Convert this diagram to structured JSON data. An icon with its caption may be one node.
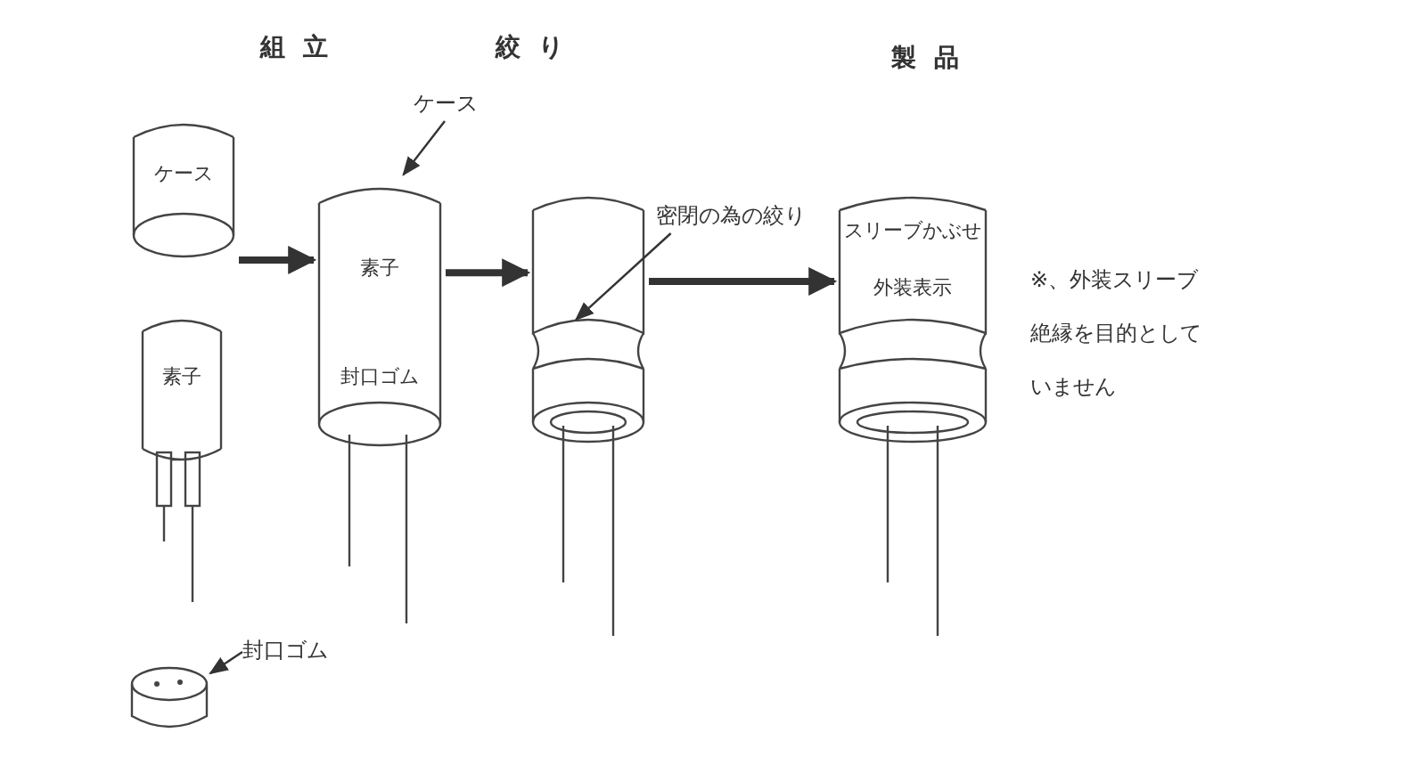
{
  "diagram": {
    "nodes": [
      {
        "text": [
          "ケース"
        ]
      },
      {
        "text": [
          "素子"
        ]
      },
      {
        "text": [],
        "shape": "cylinder"
      },
      {
        "text": [
          "封口ゴム"
        ]
      },
      {
        "text": [
          "素子",
          "封口ゴム"
        ]
      },
      {
        "text": [
          "ケース"
        ]
      },
      {
        "text": [],
        "shape": "cylinder"
      },
      {
        "text": [
          "密閉の為の絞り"
        ]
      },
      {
        "text": [
          "スリーブかぶせ",
          "外装表示"
        ],
        "beside": [
          "※、外装スリーブ絶縁を目的としていません"
        ]
      }
    ],
    "edges": [
      {
        "from": 0,
        "to": 4,
        "arrow": "to",
        "style": "thick"
      },
      {
        "from": 3,
        "to": 2,
        "arrow": "to"
      },
      {
        "from": 5,
        "to": 4,
        "arrow": "to"
      },
      {
        "from": 4,
        "to": 6,
        "arrow": "to",
        "style": "thick"
      },
      {
        "from": 7,
        "to": 6,
        "arrow": "to"
      },
      {
        "from": 6,
        "to": 8,
        "arrow": "to",
        "style": "thick"
      }
    ],
    "labels": [
      "組立",
      "絞り",
      "製品"
    ]
  }
}
